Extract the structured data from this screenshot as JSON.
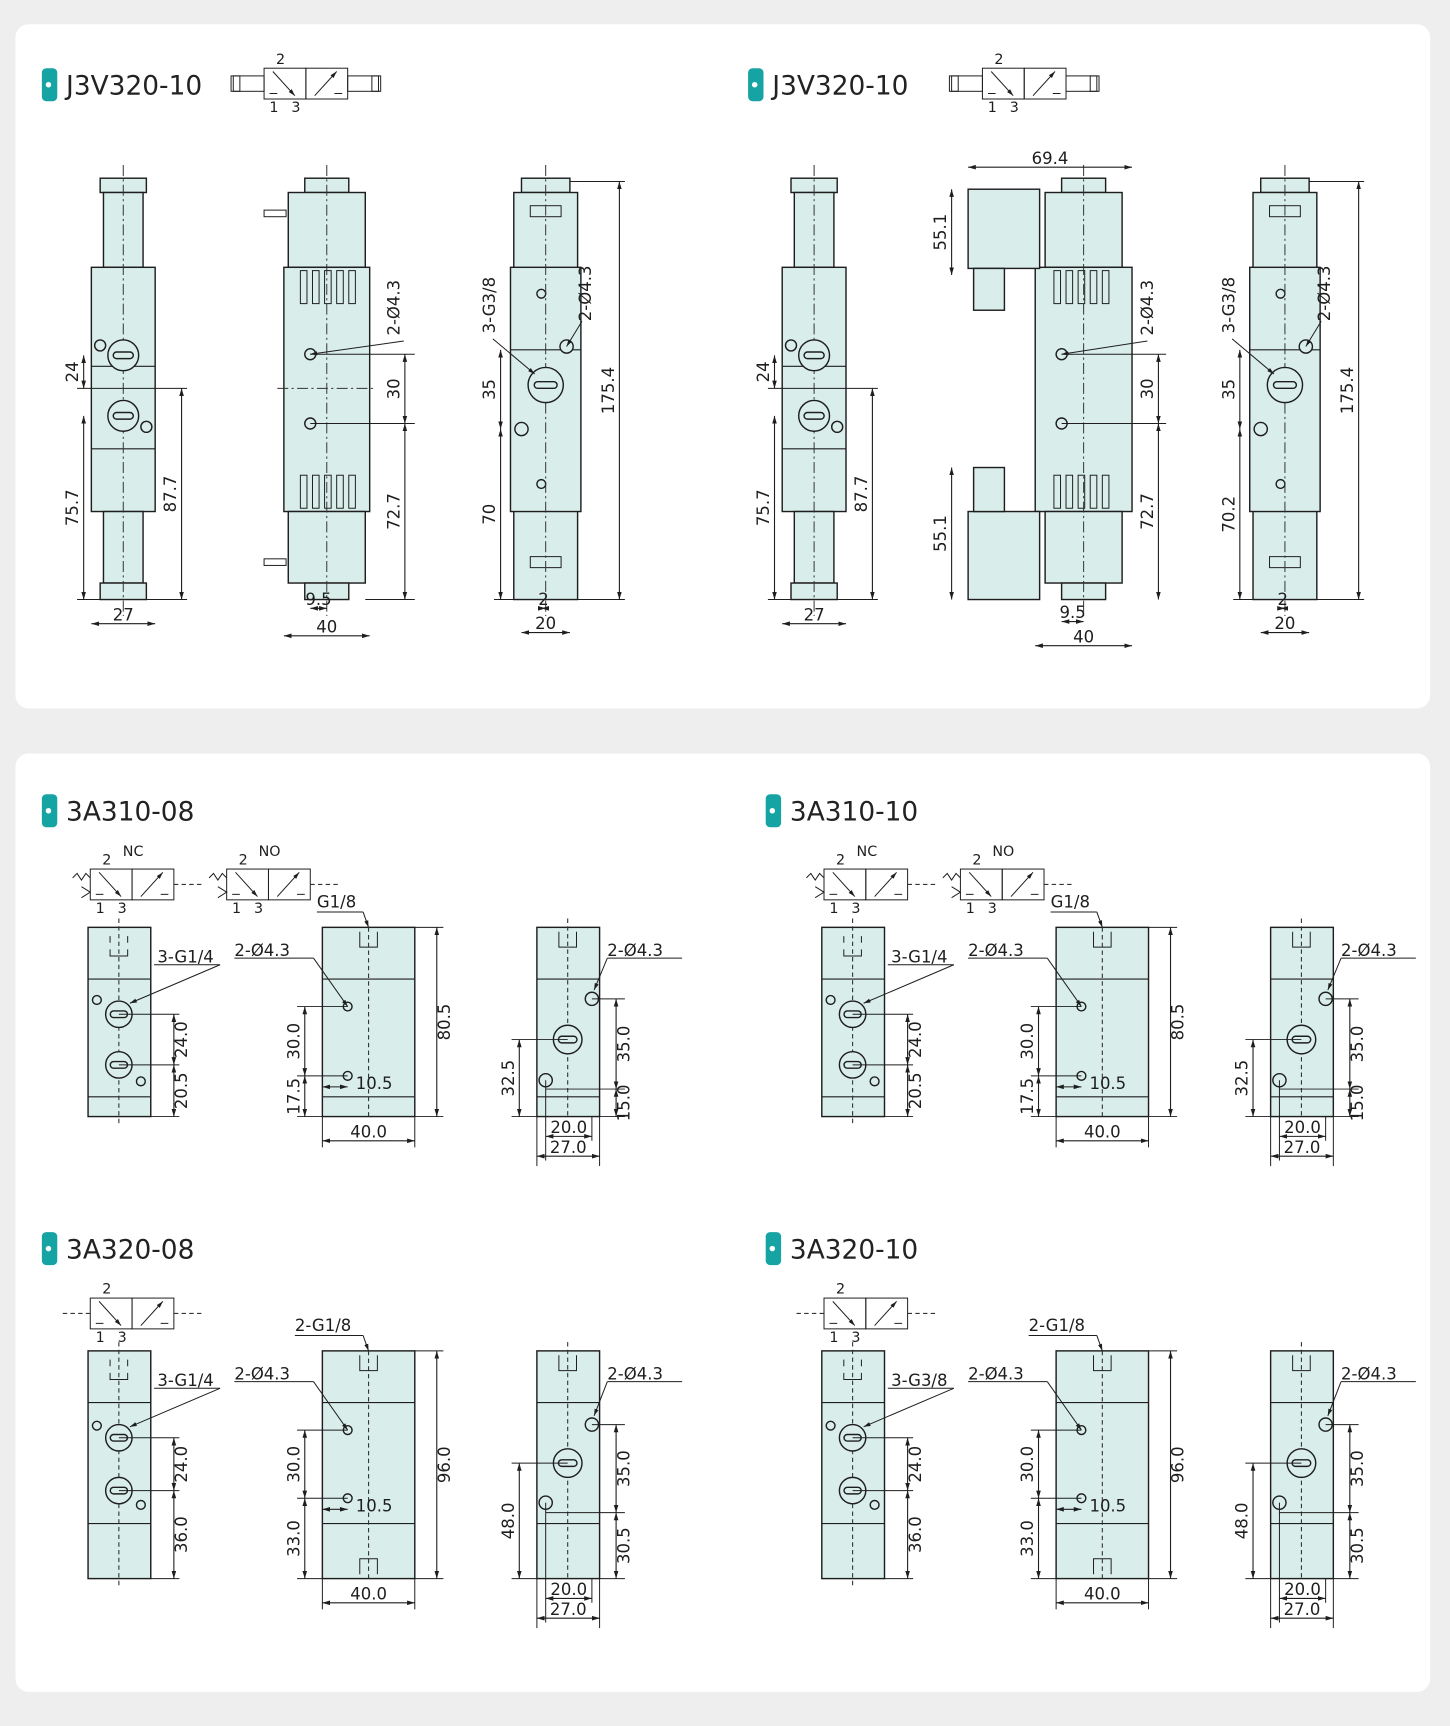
{
  "colors": {
    "accent": "#16a3a3",
    "body_fill": "#d9eeea",
    "card": "#ffffff",
    "background": "#eeeeee"
  },
  "panels": [
    {
      "title": "J3V320-10",
      "symbol": {
        "p2": "2",
        "p1": "1",
        "p3": "3"
      },
      "v1": {
        "a": "24",
        "b": "75.7",
        "c": "87.7",
        "w": "27"
      },
      "v2": {
        "hole": "2-Ø4.3",
        "a": "30",
        "b": "72.7",
        "c": "9.5",
        "w": "40"
      },
      "v3": {
        "port": "3-G3/8",
        "hole": "2-Ø4.3",
        "a": "35",
        "b": "70",
        "h": "175.4",
        "c": "2",
        "w": "20"
      }
    },
    {
      "title": "J3V320-10",
      "symbol": {
        "p2": "2",
        "p1": "1",
        "p3": "3"
      },
      "v1": {
        "a": "24",
        "b": "75.7",
        "c": "87.7",
        "w": "27"
      },
      "v2": {
        "width": "69.4",
        "conn_top": "55.1",
        "conn_bot": "55.1",
        "hole": "2-Ø4.3",
        "a": "30",
        "b": "72.7",
        "c": "9.5",
        "w": "40"
      },
      "v3": {
        "port": "3-G3/8",
        "hole": "2-Ø4.3",
        "a": "35",
        "b": "70.2",
        "h": "175.4",
        "c": "2",
        "w": "20"
      }
    },
    {
      "title": "3A310-08",
      "symbols": [
        {
          "type": "NC",
          "p2": "2",
          "p1": "1",
          "p3": "3"
        },
        {
          "type": "NO",
          "p2": "2",
          "p1": "1",
          "p3": "3"
        }
      ],
      "v1": {
        "port": "3-G1/4",
        "a": "24.0",
        "b": "20.5"
      },
      "v2": {
        "port": "G1/8",
        "hole": "2-Ø4.3",
        "a": "30.0",
        "b": "17.5",
        "c": "10.5",
        "h": "80.5",
        "w": "40.0"
      },
      "v3": {
        "hole": "2-Ø4.3",
        "a": "35.0",
        "b": "15.0",
        "c": "32.5",
        "w1": "20.0",
        "w2": "27.0"
      }
    },
    {
      "title": "3A310-10",
      "symbols": [
        {
          "type": "NC",
          "p2": "2",
          "p1": "1",
          "p3": "3"
        },
        {
          "type": "NO",
          "p2": "2",
          "p1": "1",
          "p3": "3"
        }
      ],
      "v1": {
        "port": "3-G1/4",
        "a": "24.0",
        "b": "20.5"
      },
      "v2": {
        "port": "G1/8",
        "hole": "2-Ø4.3",
        "a": "30.0",
        "b": "17.5",
        "c": "10.5",
        "h": "80.5",
        "w": "40.0"
      },
      "v3": {
        "hole": "2-Ø4.3",
        "a": "35.0",
        "b": "15.0",
        "c": "32.5",
        "w1": "20.0",
        "w2": "27.0"
      }
    },
    {
      "title": "3A320-08",
      "symbols": [
        {
          "type": "",
          "p2": "2",
          "p1": "1",
          "p3": "3"
        }
      ],
      "v1": {
        "port": "3-G1/4",
        "a": "24.0",
        "b": "36.0"
      },
      "v2": {
        "port": "2-G1/8",
        "hole": "2-Ø4.3",
        "a": "30.0",
        "b": "33.0",
        "c": "10.5",
        "h": "96.0",
        "w": "40.0"
      },
      "v3": {
        "hole": "2-Ø4.3",
        "a": "35.0",
        "b": "30.5",
        "c": "48.0",
        "w1": "20.0",
        "w2": "27.0"
      }
    },
    {
      "title": "3A320-10",
      "symbols": [
        {
          "type": "",
          "p2": "2",
          "p1": "1",
          "p3": "3"
        }
      ],
      "v1": {
        "port": "3-G3/8",
        "a": "24.0",
        "b": "36.0"
      },
      "v2": {
        "port": "2-G1/8",
        "hole": "2-Ø4.3",
        "a": "30.0",
        "b": "33.0",
        "c": "10.5",
        "h": "96.0",
        "w": "40.0"
      },
      "v3": {
        "hole": "2-Ø4.3",
        "a": "35.0",
        "b": "30.5",
        "c": "48.0",
        "w1": "20.0",
        "w2": "27.0"
      }
    }
  ]
}
